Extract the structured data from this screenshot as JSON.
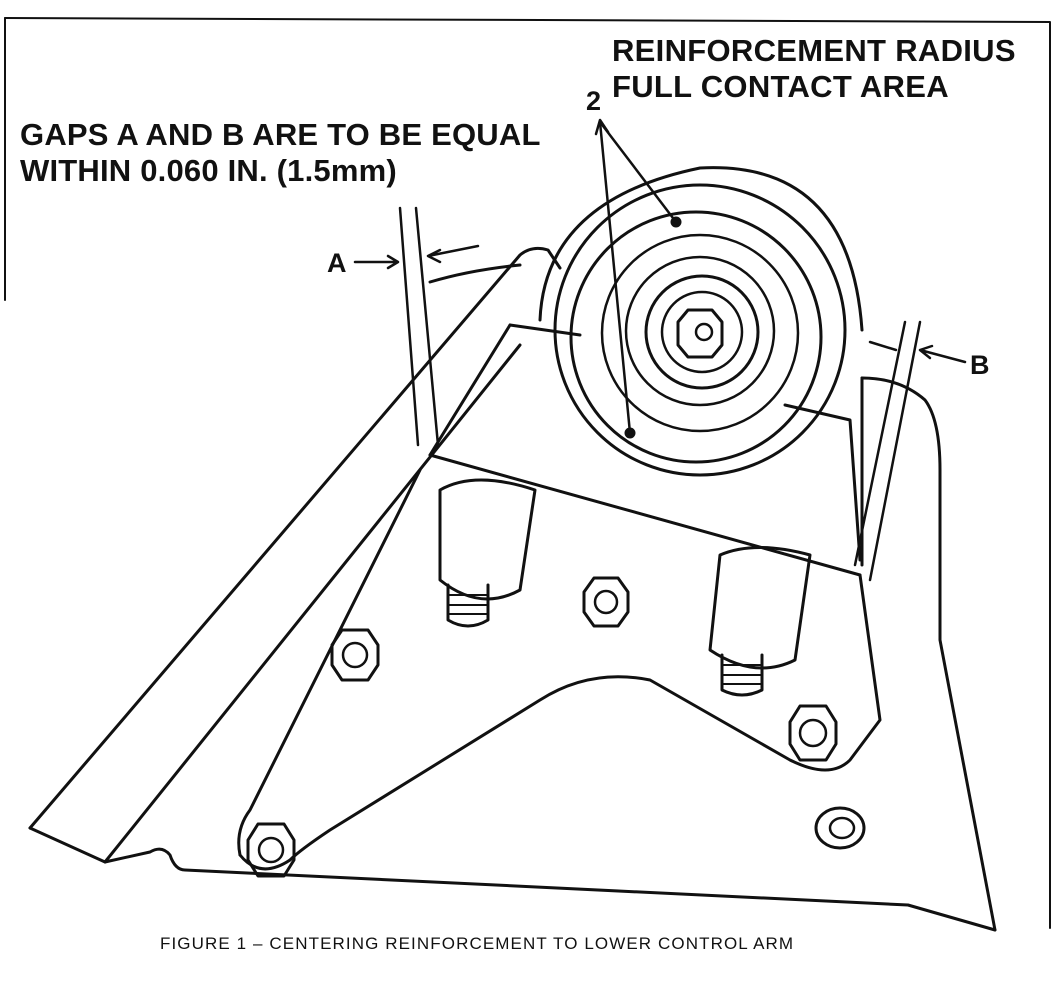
{
  "figure": {
    "callouts": {
      "reinforcement_line1": "REINFORCEMENT RADIUS",
      "reinforcement_line2": "FULL CONTACT AREA",
      "gaps_line1": "GAPS A AND B ARE TO BE EQUAL",
      "gaps_line2": "WITHIN 0.060 IN. (1.5mm)",
      "label_2": "2",
      "label_a": "A",
      "label_b": "B"
    },
    "caption": "FIGURE 1 – CENTERING REINFORCEMENT TO LOWER CONTROL ARM"
  }
}
